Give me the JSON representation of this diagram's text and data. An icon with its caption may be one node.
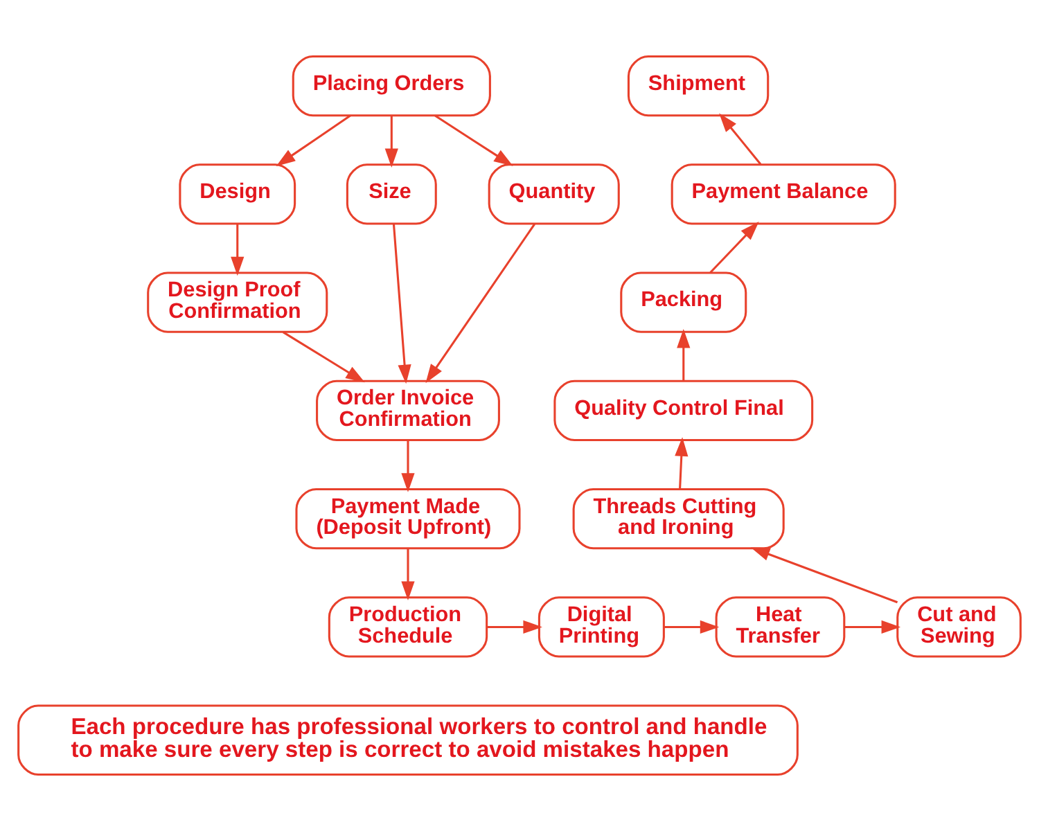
{
  "diagram": {
    "nodes": [
      {
        "text": [
          "Placing Orders"
        ]
      },
      {
        "text": [
          "Design"
        ]
      },
      {
        "text": [
          "Size"
        ]
      },
      {
        "text": [
          "Quantity"
        ]
      },
      {
        "text": [
          "Design Proof Confirmation"
        ]
      },
      {
        "text": [
          "Order Invoice Confirmation"
        ]
      },
      {
        "text": [
          "Payment Made (Deposit Upfront)"
        ]
      },
      {
        "text": [
          "Production Schedule"
        ]
      },
      {
        "text": [
          "Digital Printing"
        ]
      },
      {
        "text": [
          "Heat Transfer"
        ]
      },
      {
        "text": [
          "Cut and Sewing"
        ]
      },
      {
        "text": [
          "Threads Cutting and Ironing"
        ]
      },
      {
        "text": [
          "Quality Control Final"
        ]
      },
      {
        "text": [
          "Packing"
        ]
      },
      {
        "text": [
          "Payment Balance"
        ]
      },
      {
        "text": [
          "Shipment"
        ]
      },
      {
        "text": [
          "Each procedure has professional workers to control and handle to make sure every step is correct to avoid mistakes happen"
        ]
      }
    ],
    "edges": [
      {
        "from": 0,
        "to": 1,
        "arrow": "to"
      },
      {
        "from": 0,
        "to": 2,
        "arrow": "to"
      },
      {
        "from": 0,
        "to": 3,
        "arrow": "to"
      },
      {
        "from": 1,
        "to": 4,
        "arrow": "to"
      },
      {
        "from": 4,
        "to": 5,
        "arrow": "to"
      },
      {
        "from": 2,
        "to": 5,
        "arrow": "to"
      },
      {
        "from": 3,
        "to": 5,
        "arrow": "to"
      },
      {
        "from": 5,
        "to": 6,
        "arrow": "to"
      },
      {
        "from": 6,
        "to": 7,
        "arrow": "to"
      },
      {
        "from": 7,
        "to": 8,
        "arrow": "to"
      },
      {
        "from": 8,
        "to": 9,
        "arrow": "to"
      },
      {
        "from": 9,
        "to": 10,
        "arrow": "to"
      },
      {
        "from": 10,
        "to": 11,
        "arrow": "to"
      },
      {
        "from": 11,
        "to": 12,
        "arrow": "to"
      },
      {
        "from": 12,
        "to": 13,
        "arrow": "to"
      },
      {
        "from": 13,
        "to": 14,
        "arrow": "to"
      },
      {
        "from": 14,
        "to": 15,
        "arrow": "to"
      }
    ]
  }
}
